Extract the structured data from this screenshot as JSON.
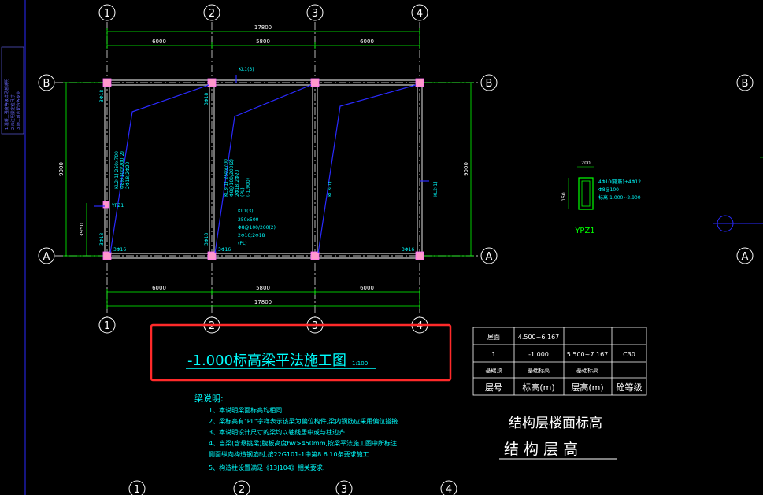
{
  "axes": {
    "columns": [
      "1",
      "2",
      "3",
      "4"
    ],
    "rows": [
      "A",
      "B"
    ]
  },
  "dimensions": {
    "total": "17800",
    "top_spans": [
      "6000",
      "5800",
      "6000"
    ],
    "bottom_spans": [
      "6000",
      "5800",
      "6000"
    ],
    "left_height": "9000",
    "right_height": "9000",
    "ypz_offset": "3950"
  },
  "beams": {
    "kl_top": "KL1(3)",
    "kl_middle_title": "KL1(3)",
    "kl_middle_size": "250x500",
    "kl_middle_stirrup": "Φ8@100/200(2)",
    "kl_middle_bars": "2Φ16;2Φ18",
    "kl_middle_note": "(PL)",
    "beam_col1_line1": "KL2(1) 250x700",
    "beam_col1_line2": "Φ8@100/200(2)",
    "beam_col1_line3": "2Φ18;2Φ20",
    "beam_col2_line1": "KL3(1) 250x700",
    "beam_col2_line2": "Φ8@100/200(2)",
    "beam_col2_line3": "2Φ18;2Φ20",
    "beam_col2_line4": "(PL)",
    "beam_col2_line5": "(-1.900)",
    "beam_col3": "KL3(1)",
    "beam_col4": "KL2(1)",
    "bottom_bar_label": "3Φ16",
    "support_label": "3Φ18"
  },
  "column_detail": {
    "width": "200",
    "height": "150",
    "line1": "4Φ10(箍筋)+4Φ12",
    "line2": "Φ8@100",
    "line3": "标高-1.000~2.900",
    "name": "YPZ1",
    "marker": "YPZ1"
  },
  "title_block": {
    "title": "-1.000标高梁平法施工图",
    "scale": "1:100"
  },
  "notes": {
    "heading": "梁说明:",
    "items": [
      "1、本说明梁面标高均相同.",
      "2、梁标高有\"PL\"字样表示该梁为偏位构件,梁内钢筋应采用偏位搭接.",
      "3、本说明设计尺寸的梁均以轴线居中或与柱边齐.",
      "4、当梁(含悬挑梁)腹板高度hw>450mm,按梁平法施工图中所标注",
      "   侧面纵向构造钢筋时,按22G101-1中第8.6.10条要求施工.",
      "5、构造柱设置满足《13J104》相关要求."
    ]
  },
  "floor_table": {
    "rows": [
      {
        "floor": "屋面",
        "elevation": "4.500~6.167",
        "height": "",
        "grade": ""
      },
      {
        "floor": "1",
        "elevation": "-1.000",
        "height": "5.500~7.167",
        "grade": "C30"
      },
      {
        "floor": "基础顶",
        "elevation": "基础标高",
        "height": "基础标高",
        "grade": ""
      }
    ],
    "header": {
      "floor": "层号",
      "elevation": "标高(m)",
      "height": "层高(m)",
      "grade": "砼等级"
    },
    "caption1": "结构层楼面标高",
    "caption2": "结 构 层 高"
  },
  "bottom_axis": [
    "1",
    "2",
    "3",
    "4"
  ],
  "side_panel_text": "1.混凝土强度等级详见总说明",
  "colors": {
    "axis": "#ffffff",
    "dim": "#00ff00",
    "beam": "#ffffff",
    "leader": "#2a2aff",
    "text": "#00ffff",
    "highlight": "#ff2a2a",
    "column": "#ff66ff"
  }
}
